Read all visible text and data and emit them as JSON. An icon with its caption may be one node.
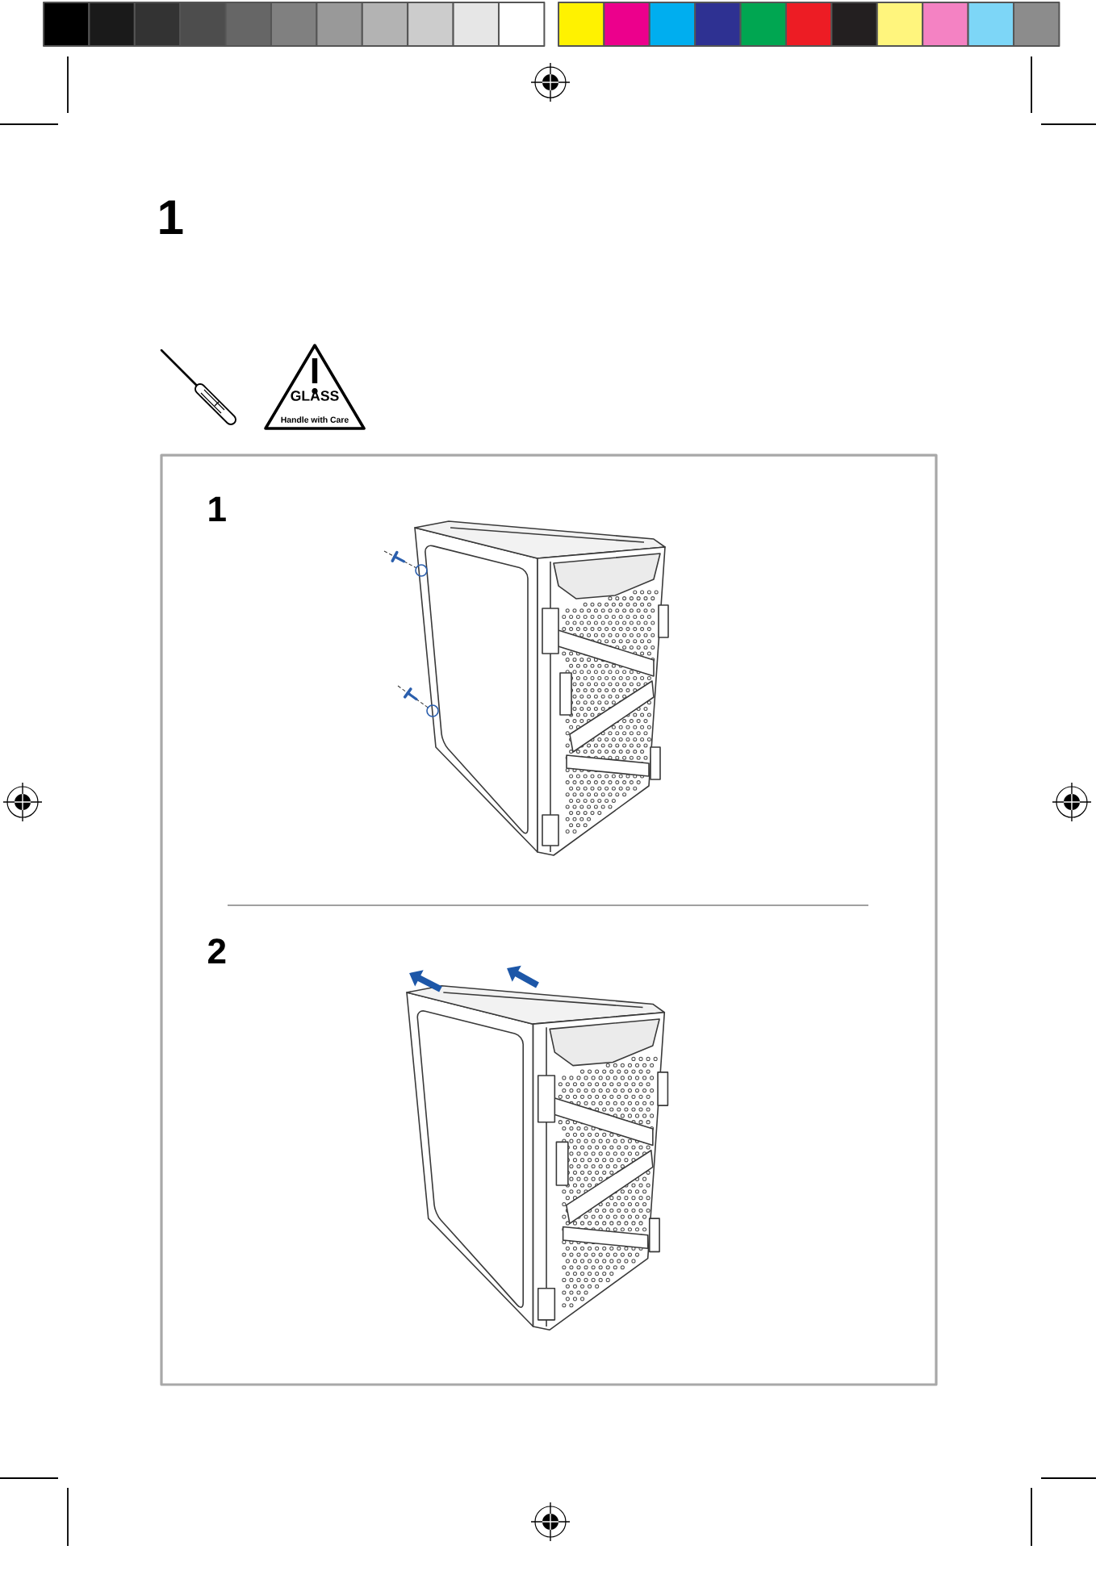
{
  "diagram": {
    "title": "1",
    "nodes": [
      {
        "text": [
          "GLASS",
          "Handle with Care"
        ]
      },
      {
        "text": [
          "1",
          "2"
        ]
      }
    ]
  }
}
